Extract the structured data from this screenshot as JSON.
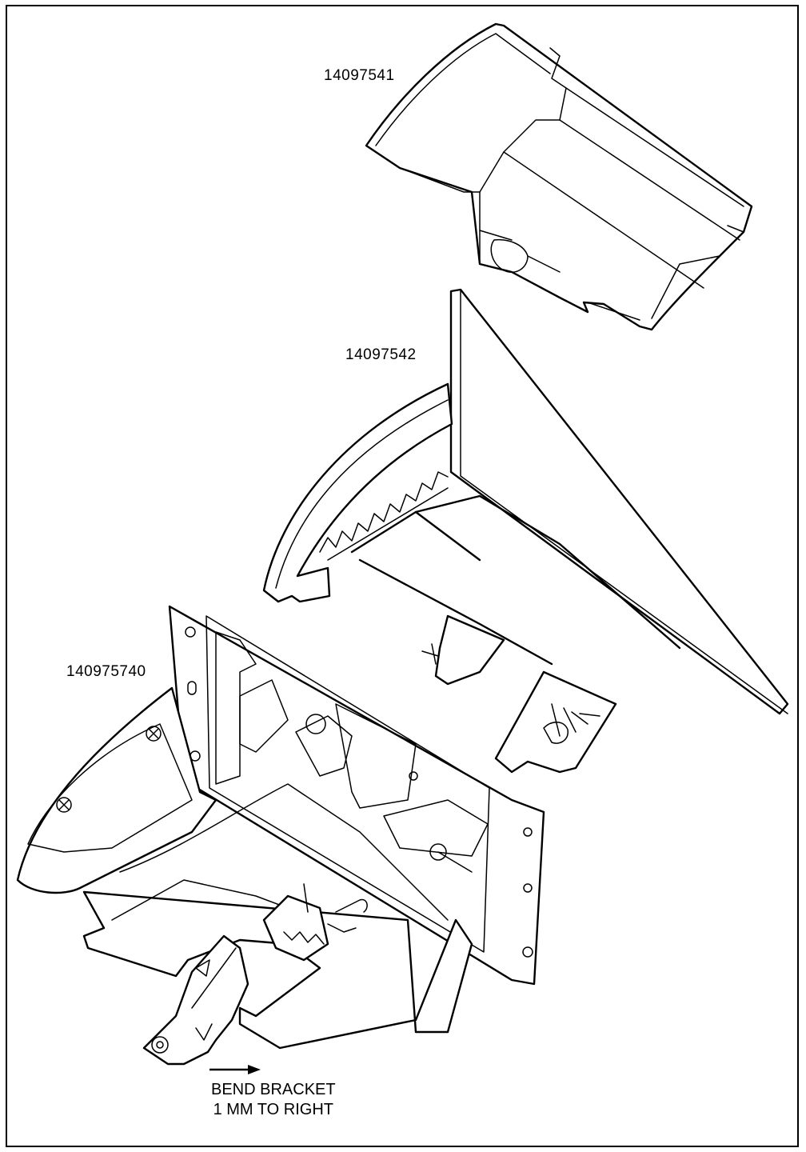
{
  "figure": {
    "part_labels": {
      "upper_bin": "14097541",
      "glove_box_door": "14097542",
      "lower_frame": "140975740"
    },
    "note": {
      "line1": "BEND BRACKET",
      "line2": "1 MM TO RIGHT"
    },
    "stroke_color": "#000000",
    "background_color": "#ffffff"
  }
}
